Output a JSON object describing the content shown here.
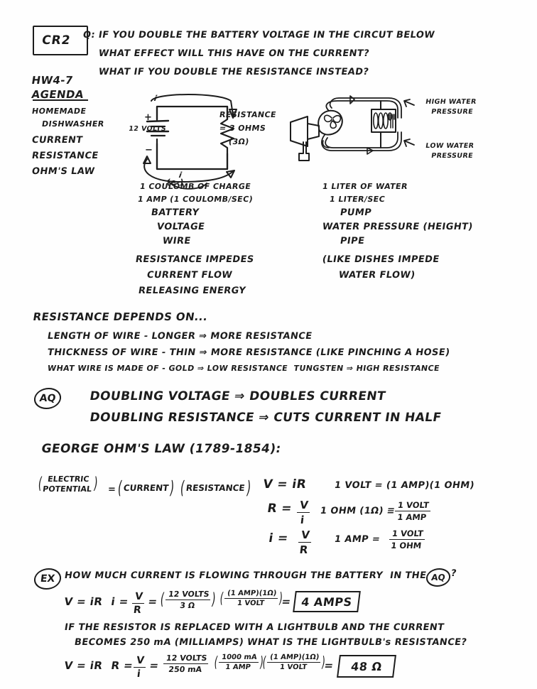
{
  "header": {
    "course_code": "CR2",
    "homework": "HW4-7",
    "agenda_title": "AGENDA",
    "agenda_items": [
      "HOMEMADE",
      "DISHWASHER",
      "CURRENT",
      "RESISTANCE",
      "OHM'S LAW"
    ]
  },
  "question": {
    "line1": "Q: IF YOU DOUBLE THE BATTERY VOLTAGE IN THE CIRCUT BELOW",
    "line2": "WHAT EFFECT WILL THIS HAVE ON THE CURRENT?",
    "line3": "WHAT IF YOU DOUBLE THE RESISTANCE INSTEAD?"
  },
  "circuit_diagram": {
    "current_label_top": "i",
    "current_label_bottom": "i",
    "battery_voltage": "12 VOLTS",
    "plus_sign": "+",
    "minus_sign": "−",
    "electron_label": "(e-)",
    "resistance_line1": "RESISTANCE",
    "resistance_line2": "= 3 OHMS",
    "resistance_line3": "(3Ω)"
  },
  "water_diagram": {
    "high_pressure_line1": "HIGH WATER",
    "high_pressure_line2": "PRESSURE",
    "low_pressure_line1": "LOW WATER",
    "low_pressure_line2": "PRESSURE"
  },
  "electric_terms": [
    "1 COULOMB OF CHARGE",
    "1 AMP (1 COULOMB/SEC)",
    "BATTERY",
    "VOLTAGE",
    "WIRE"
  ],
  "water_terms": [
    "1 LITER OF WATER",
    "1 LITER/SEC",
    "PUMP",
    "WATER PRESSURE (HEIGHT)",
    "PIPE"
  ],
  "resistance_note": {
    "line1": "RESISTANCE IMPEDES",
    "line2": "CURRENT FLOW",
    "line3": "RELEASING ENERGY"
  },
  "water_note": {
    "line1": "(LIKE DISHES IMPEDE",
    "line2": "WATER FLOW)"
  },
  "depends_on": {
    "title": "RESISTANCE DEPENDS ON...",
    "items": [
      "LENGTH OF WIRE - LONGER ⇒ MORE RESISTANCE",
      "THICKNESS OF WIRE - THIN ⇒ MORE RESISTANCE (LIKE PINCHING A HOSE)",
      "WHAT WIRE IS MADE OF - GOLD ⇒ LOW RESISTANCE  TUNGSTEN ⇒ HIGH RESISTANCE"
    ]
  },
  "answer_section": {
    "tag": "AQ",
    "line1": "DOUBLING VOLTAGE ⇒ DOUBLES CURRENT",
    "line2": "DOUBLING RESISTANCE ⇒ CUTS CURRENT IN HALF"
  },
  "ohms_law": {
    "heading": "GEORGE OHM'S LAW (1789-1854):",
    "word_form_left_line1": "ELECTRIC",
    "word_form_left_line2": "POTENTIAL",
    "word_form_equals": "=",
    "word_form_current": "CURRENT",
    "word_form_resistance": "RESISTANCE",
    "formula_v": "V = iR",
    "formula_r_lhs": "R =",
    "formula_r_num": "V",
    "formula_r_den": "i",
    "formula_i_lhs": "i =",
    "formula_i_num": "V",
    "formula_i_den": "R",
    "unit_volt": "1 VOLT = (1 AMP)(1 OHM)",
    "unit_ohm_lhs": "1 OHM (1Ω) ≡",
    "unit_ohm_num": "1 VOLT",
    "unit_ohm_den": "1 AMP",
    "unit_amp_lhs": "1 AMP =",
    "unit_amp_num": "1 VOLT",
    "unit_amp_den": "1 OHM"
  },
  "example1": {
    "tag": "EX",
    "prompt_a": "HOW MUCH CURRENT IS FLOWING THROUGH THE BATTERY  IN THE",
    "prompt_tag": "AQ",
    "prompt_b": "?",
    "formula": "V = iR",
    "solve_lhs": "i =",
    "solve_num": "V",
    "solve_den": "R",
    "equals1": "=",
    "f1_num": "12 VOLTS",
    "f1_den": "3 Ω",
    "f2_num": "(1 AMP)(1Ω)",
    "f2_den": "1 VOLT",
    "equals2": "=",
    "answer": "4 AMPS"
  },
  "example2": {
    "prompt_line1": "IF THE RESISTOR IS REPLACED WITH A LIGHTBULB AND THE CURRENT",
    "prompt_line2": "BECOMES 250 mA (MILLIAMPS) WHAT IS THE LIGHTBULB's RESISTANCE?",
    "formula": "V = iR",
    "solve_lhs": "R =",
    "solve_num": "V",
    "solve_den": "i",
    "equals1": "=",
    "f1_num": "12 VOLTS",
    "f1_den": "250 mA",
    "f2_num": "1000 mA",
    "f2_den": "1 AMP",
    "f3_num": "(1 AMP)(1Ω)",
    "f3_den": "1 VOLT",
    "equals2": "=",
    "answer": "48 Ω"
  }
}
